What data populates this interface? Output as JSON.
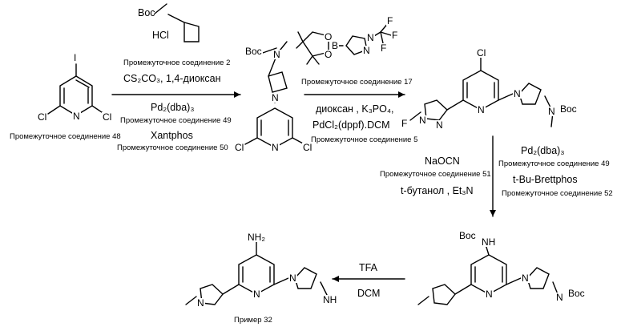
{
  "step1": {
    "reagent_amine": "Boc–N(Me)-azetidine · HCl",
    "amine_label": "HCl",
    "intermediate2": "Промежуточное соединение 2",
    "base_solvent": "CS₂CO₃, 1,4-диоксан",
    "catalyst": "Pd₂(dba)₃",
    "intermediate49": "Промежуточное соединение 49",
    "ligand": "Xantphos",
    "intermediate50": "Промежуточное соединение 50"
  },
  "start": {
    "atoms": {
      "iodo": "I",
      "cl_left": "Cl",
      "cl_right": "Cl",
      "n": "N"
    },
    "label": "Промежуточное соединение 48"
  },
  "intermediate5": {
    "atoms": {
      "boc": "Boc",
      "n_amine": "N",
      "n_azetidine": "N",
      "cl_left": "Cl",
      "cl_right": "Cl",
      "n_ring": "N"
    },
    "label": "Промежуточное соединение 5"
  },
  "step2": {
    "reagent_label": "Промежуточное соединение 17",
    "solvent_base": "диоксан , K₃PO₄,",
    "catalyst": "PdCl₂(dppf).DCM",
    "substrate_label": "Промежуточное соединение 5",
    "atoms": {
      "b": "B",
      "o_top": "O",
      "o_bottom": "O",
      "n1": "N",
      "n2": "N",
      "f1": "F",
      "f2": "F",
      "f3": "F"
    }
  },
  "product3": {
    "atoms": {
      "cl": "Cl",
      "n_py": "N",
      "n_az": "N",
      "n_boc": "N",
      "boc": "Boc",
      "n_pz1": "N",
      "n_pz2": "N",
      "cf3": "F"
    }
  },
  "step3": {
    "reagent": "NaOCN",
    "reagent_label": "Промежуточное соединение 51",
    "conditions": "t-бутанол , Et₃N",
    "catalyst": "Pd₂(dba)₃",
    "catalyst_label": "Промежуточное соединение 49",
    "ligand": "t-Bu-Brettphos",
    "ligand_label": "Промежуточное соединение 52"
  },
  "product4": {
    "atoms": {
      "boc_nh": "Boc",
      "nh": "NH",
      "n_py": "N",
      "n_az": "N",
      "n_boc": "N",
      "boc": "Boc"
    }
  },
  "step4": {
    "reagent": "TFA",
    "solvent": "DCM"
  },
  "final": {
    "atoms": {
      "nh2": "NH₂",
      "n_py": "N",
      "n_az": "N",
      "nh": "NH",
      "n_pz": "N"
    },
    "label": "Пример 32"
  }
}
